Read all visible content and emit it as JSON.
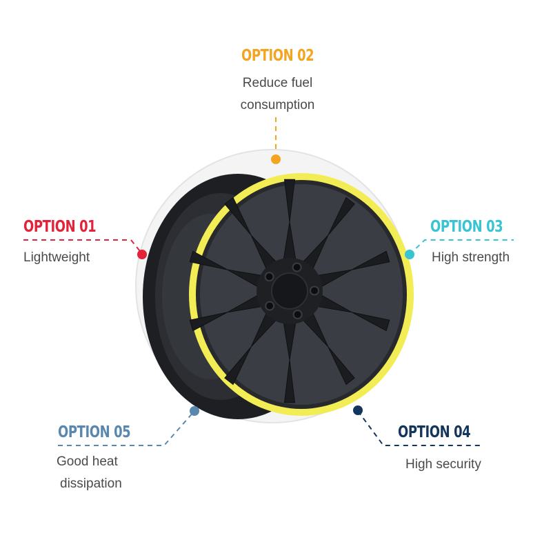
{
  "colors": {
    "opt1": "#e2233a",
    "opt2": "#f3a521",
    "opt3": "#38c4d2",
    "opt4": "#14355c",
    "opt5": "#5a87ad",
    "rim_accent": "#f2ec55",
    "wheel": "#24262a"
  },
  "options": {
    "opt1": {
      "title": "OPTION 01",
      "lines": [
        "Lightweight"
      ]
    },
    "opt2": {
      "title": "OPTION 02",
      "lines": [
        "Reduce fuel",
        "consumption"
      ]
    },
    "opt3": {
      "title": "OPTION 03",
      "lines": [
        "High strength"
      ]
    },
    "opt4": {
      "title": "OPTION 04",
      "lines": [
        "High security"
      ]
    },
    "opt5": {
      "title": "OPTION 05",
      "lines": [
        "Good heat",
        "dissipation"
      ]
    }
  }
}
